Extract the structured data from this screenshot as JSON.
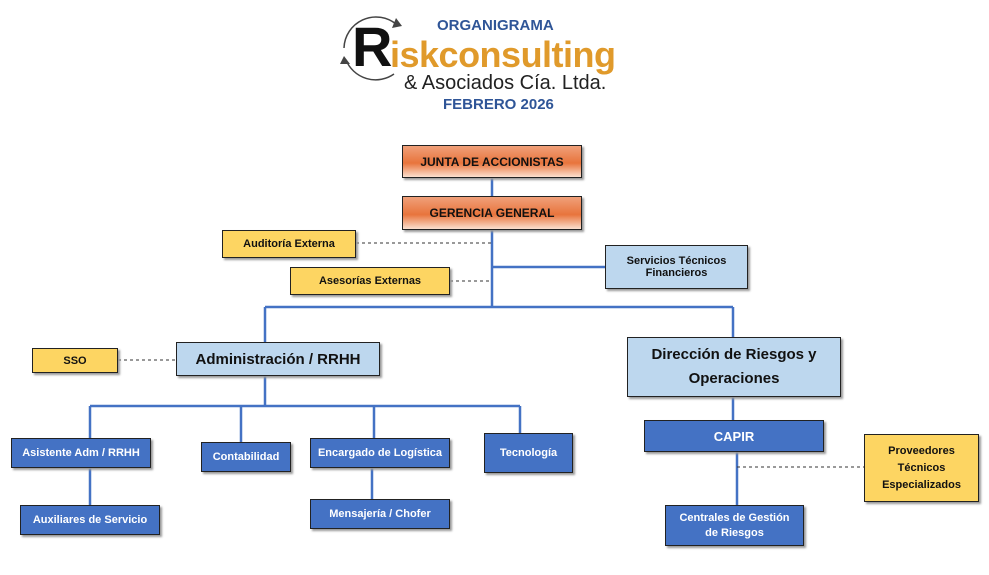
{
  "header": {
    "title": "ORGANIGRAMA",
    "logo_main_initial": "R",
    "logo_main_rest": "iskconsulting",
    "logo_sub": "& Asociados Cía. Ltda.",
    "date": "FEBRERO 2026"
  },
  "colors": {
    "blue": "#4472c4",
    "light_blue": "#bdd7ee",
    "yellow": "#fdd562",
    "orange": "#e8743c",
    "title_blue": "#2f5597",
    "logo_orange": "#e09a2b"
  },
  "nodes": {
    "junta": "JUNTA DE ACCIONISTAS",
    "gerencia": "GERENCIA GENERAL",
    "auditoria": "Auditoría Externa",
    "asesorias": "Asesorías Externas",
    "servicios": "Servicios Técnicos Financieros",
    "sso": "SSO",
    "administracion": "Administración / RRHH",
    "direccion": "Dirección de Riesgos y Operaciones",
    "asistente": "Asistente Adm / RRHH",
    "contabilidad": "Contabilidad",
    "logistica": "Encargado de Logística",
    "tecnologia": "Tecnología",
    "auxiliares": "Auxiliares de Servicio",
    "mensajeria": "Mensajería / Chofer",
    "capir": "CAPIR",
    "proveedores": "Proveedores Técnicos Especializados",
    "centrales": "Centrales de Gestión de Riesgos"
  }
}
